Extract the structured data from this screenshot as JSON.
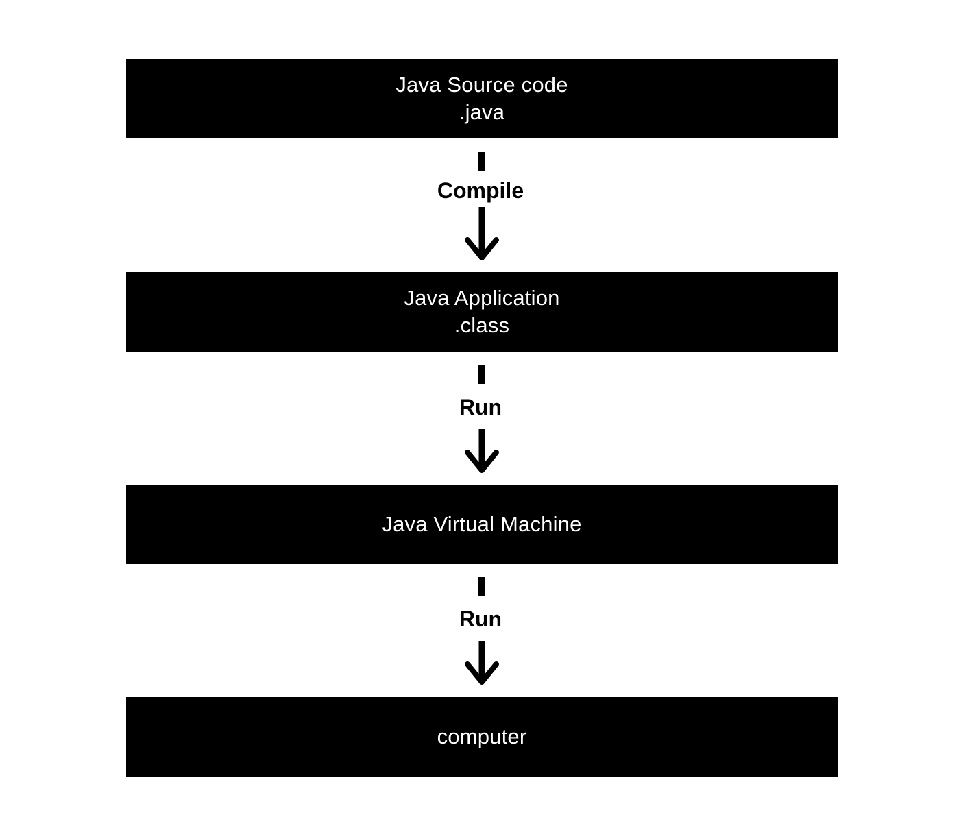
{
  "boxes": [
    {
      "line1": "Java Source code",
      "line2": ".java"
    },
    {
      "line1": "Java Application",
      "line2": ".class"
    },
    {
      "line1": "Java Virtual Machine",
      "line2": ""
    },
    {
      "line1": "computer",
      "line2": ""
    }
  ],
  "steps": [
    {
      "label": "Compile"
    },
    {
      "label": "Run"
    },
    {
      "label": "Run"
    }
  ],
  "colors": {
    "box_fill": "#000000",
    "box_text": "#ffffff",
    "arrow": "#000000",
    "background": "#ffffff"
  },
  "icons": {
    "arrow": "arrow-down-icon"
  }
}
